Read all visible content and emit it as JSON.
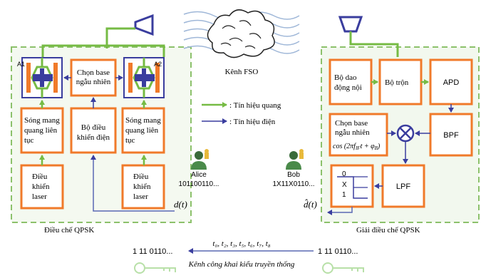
{
  "diagram": {
    "channel_label": "Kênh FSO",
    "legend": {
      "optical": ": Tín hiệu quang",
      "electrical": ": Tín hiệu điện"
    },
    "alice": {
      "a1": "A1",
      "a2": "A2",
      "random_basis": [
        "Chọn base",
        "ngẫu nhiên"
      ],
      "carrier_wave_left": [
        "Sóng mang",
        "quang liên",
        "tục"
      ],
      "controller": [
        "Bộ điều",
        "khiển điện"
      ],
      "carrier_wave_right": [
        "Sóng mang",
        "quang liên",
        "tục"
      ],
      "laser_ctrl_left": [
        "Điều",
        "khiển",
        "laser"
      ],
      "laser_ctrl_right": [
        "Điều",
        "khiển",
        "laser"
      ],
      "section_label": "Điều chế QPSK",
      "name": "Alice",
      "bits": "101100110..."
    },
    "bob": {
      "local_osc": [
        "Bộ dao",
        "động nội"
      ],
      "mixer": "Bộ trộn",
      "apd": "APD",
      "random_basis": [
        "Chọn base",
        "ngẫu nhiên"
      ],
      "cos_formula": "cos (2πf",
      "cos_sub": "IF",
      "cos_rest": "t + φ",
      "cos_sub2": "B",
      "cos_end": ")",
      "bpf": "BPF",
      "lpf": "LPF",
      "threshold": [
        "0",
        "X",
        "1"
      ],
      "section_label": "Giải điều chế QPSK",
      "name": "Bob",
      "bits": "1X11X0110..."
    },
    "signal_alice": "d(t)",
    "signal_bob": "d̂(t)",
    "public_channel": {
      "times": "t₀, t₂, t₃, t₅, t₆, t₇, t₈",
      "label": "Kênh công khai kiểu truyền thống",
      "left_bits": "1 11 0110...",
      "right_bits": "1 11 0110..."
    },
    "colors": {
      "green": "#76bb44",
      "orange": "#f07a2a",
      "blue": "#3a3d9e",
      "dashed_green": "#8cc16b",
      "bg_green": "#f2f8ee",
      "arrow_blue": "#5a69b4"
    }
  }
}
